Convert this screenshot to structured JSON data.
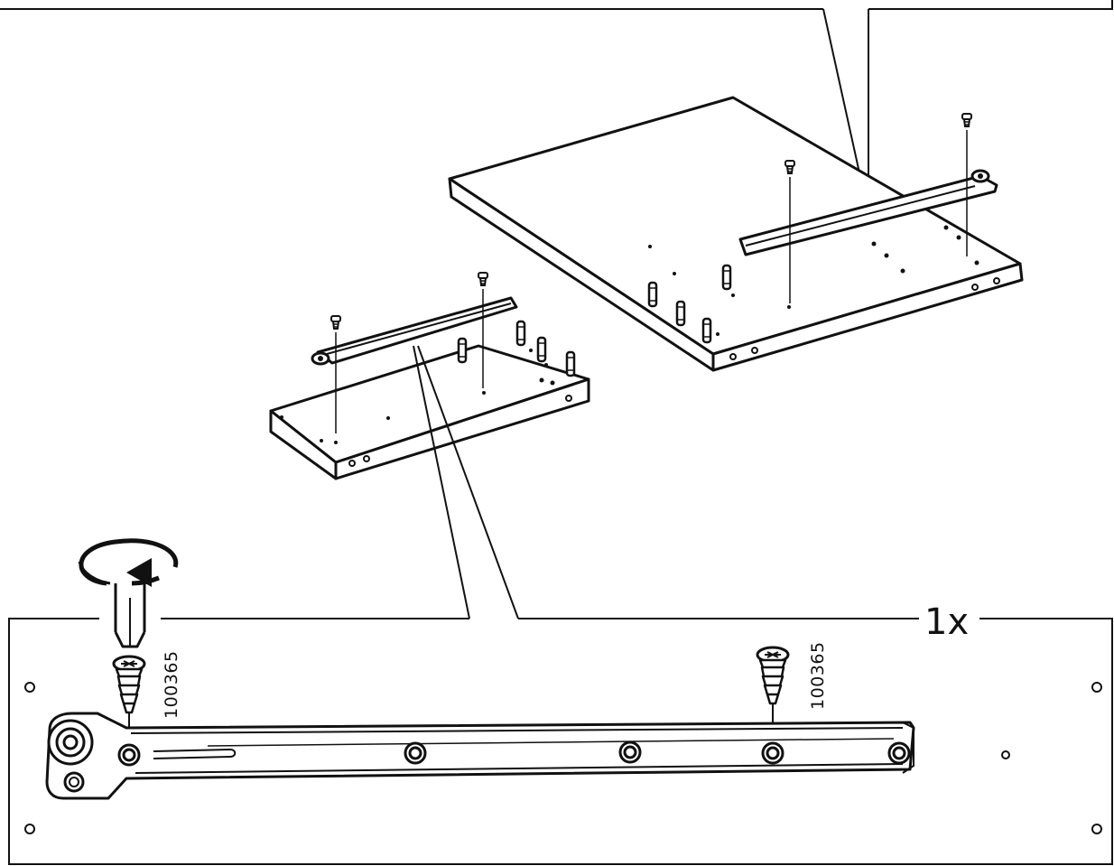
{
  "colors": {
    "ink": "#111111",
    "paper": "#ffffff",
    "shade": "#bdbdbd"
  },
  "diagram": {
    "quantity_label": "1x",
    "part_numbers": [
      "100365",
      "100365"
    ]
  },
  "icons": [
    "screwdriver-icon",
    "rotation-arrow-icon",
    "screw-icon",
    "drawer-runner-icon",
    "panel-icon",
    "dowel-icon"
  ]
}
